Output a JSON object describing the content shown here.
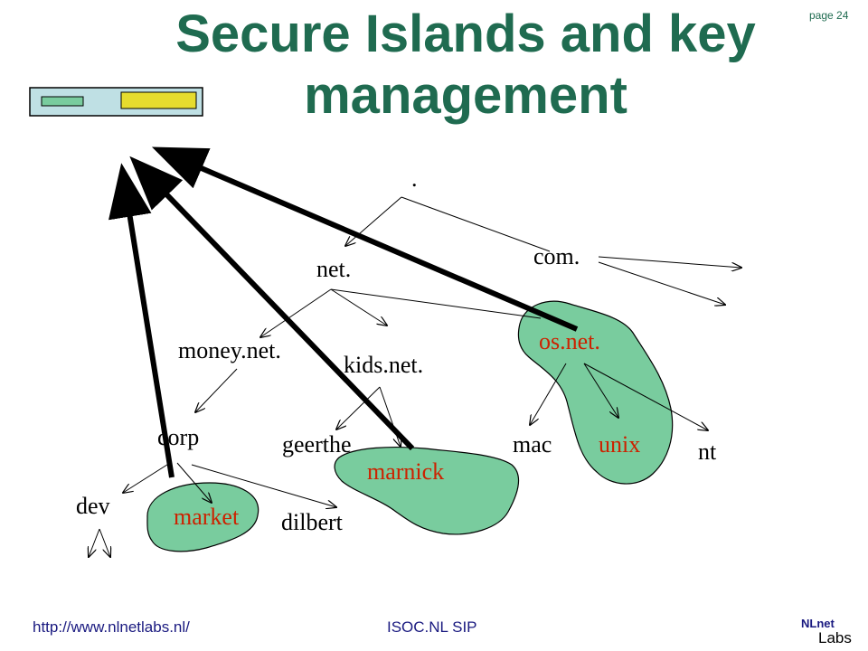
{
  "slide": {
    "title": "Secure Islands and key management",
    "page_label": "page 24"
  },
  "footer": {
    "url": "http://www.nlnetlabs.nl/",
    "center": "ISOC.NL SIP",
    "logo_top": "NLnet",
    "logo_bottom": "Labs"
  },
  "colors": {
    "title": "#1f6b50",
    "island_fill": "#79cc9e",
    "key_box_fill": "#bfe0e4",
    "key_green": "#79cc9e",
    "key_yellow": "#e6dc2e",
    "highlight_text": "#cc2200"
  },
  "nodes": {
    "root": ".",
    "com": "com.",
    "net": "net.",
    "money_net": "money.net.",
    "kids_net": "kids.net.",
    "os_net": "os.net.",
    "corp": "corp",
    "geerthe": "geerthe",
    "marnick": "marnick",
    "mac": "mac",
    "unix": "unix",
    "nt": "nt",
    "dev": "dev",
    "market": "market",
    "dilbert": "dilbert"
  }
}
